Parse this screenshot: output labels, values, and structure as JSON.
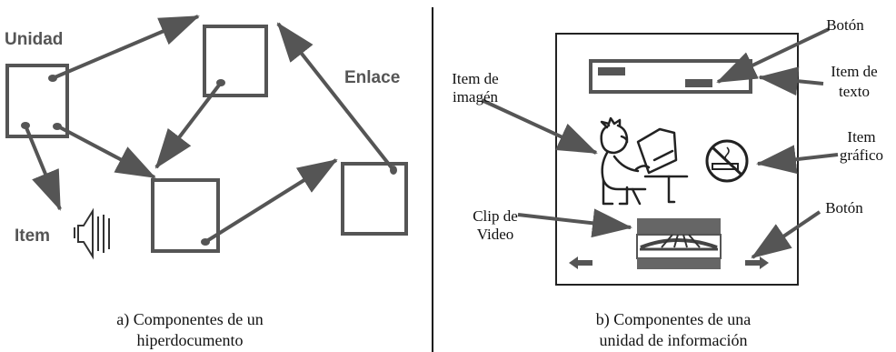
{
  "left_panel": {
    "label_unidad": "Unidad",
    "label_enlace": "Enlace",
    "label_item": "Item",
    "caption_line1": "a) Componentes de un",
    "caption_line2": "hiperdocumento"
  },
  "right_panel": {
    "label_boton_top": "Botón",
    "label_item_texto_line1": "Item de",
    "label_item_texto_line2": "texto",
    "label_item_imagen_line1": "Item de",
    "label_item_imagen_line2": "imagén",
    "label_item_grafico_line1": "Item",
    "label_item_grafico_line2": "gráfico",
    "label_clip_line1": "Clip de",
    "label_clip_line2": "Video",
    "label_boton_bottom": "Botón",
    "caption_line1": "b) Componentes de una",
    "caption_line2": "unidad de información"
  },
  "colors": {
    "box": "#555555",
    "arrow": "#555555",
    "divider": "#111111",
    "text": "#111111"
  }
}
